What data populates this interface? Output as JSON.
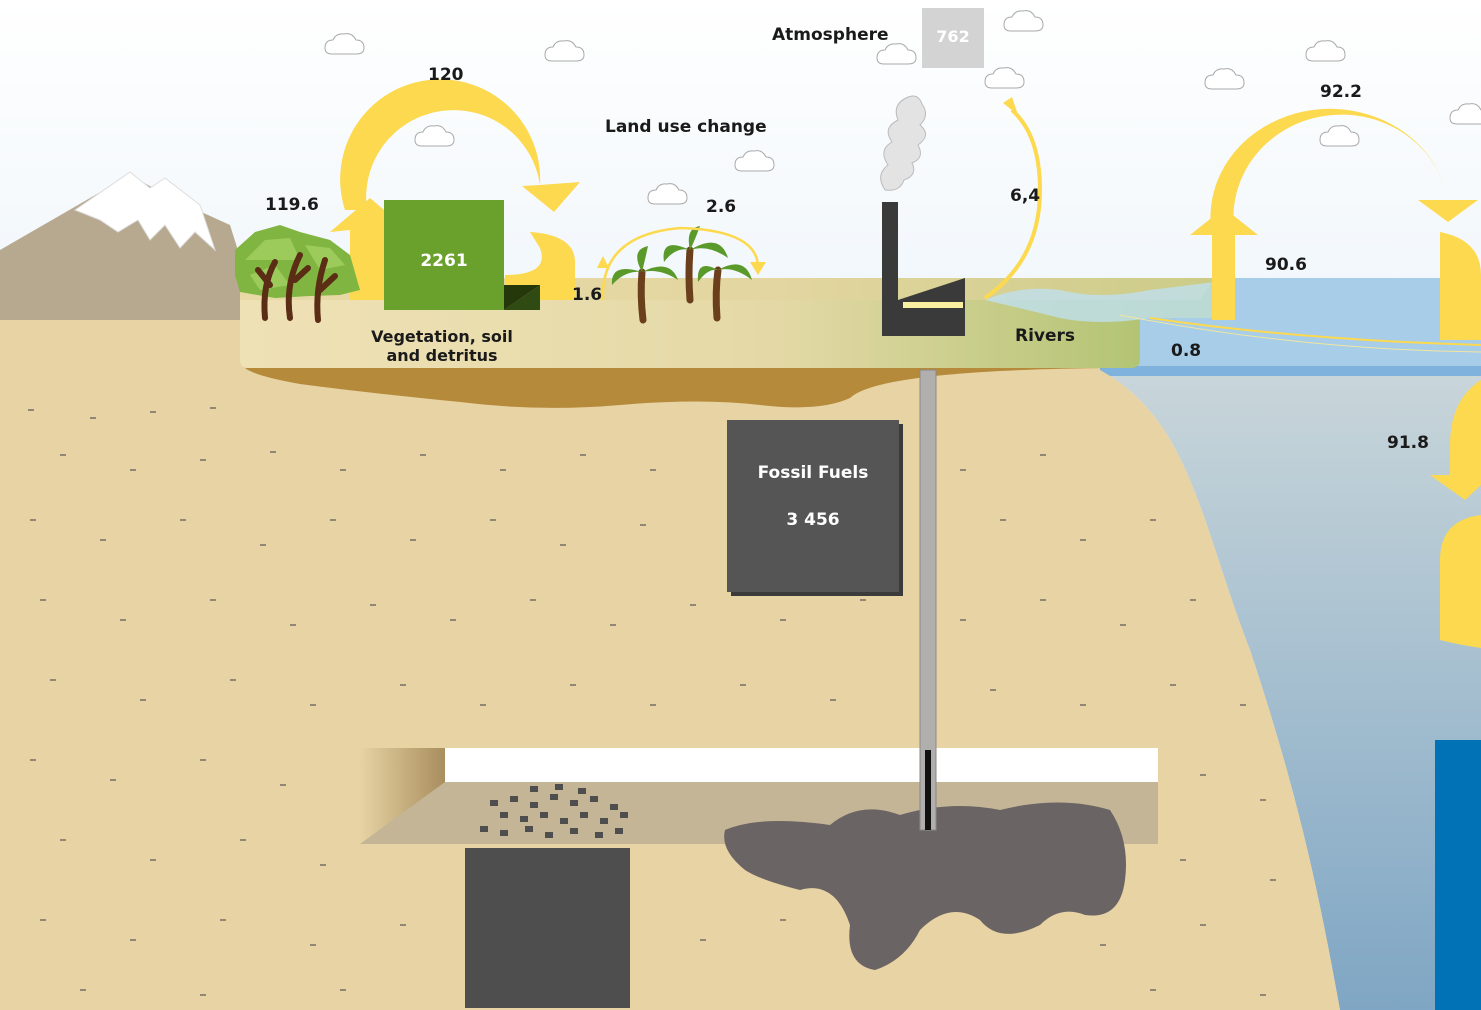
{
  "atmosphere": {
    "label": "Atmosphere",
    "value": "762"
  },
  "land_fluxes": {
    "photosynthesis_uptake": "120",
    "respiration_release": "119.6"
  },
  "vegetation": {
    "value": "2261",
    "label_line1": "Vegetation, soil",
    "label_line2": "and detritus"
  },
  "land_use_change": {
    "label": "Land use change",
    "emission": "2.6",
    "uptake": "1.6"
  },
  "fossil_emissions": "6,4",
  "rivers": {
    "label": "Rivers",
    "flux": "0.8"
  },
  "ocean": {
    "uptake": "92.2",
    "release": "90.6",
    "downward": "91.8"
  },
  "fossil_fuels": {
    "label": "Fossil Fuels",
    "value": "3 456"
  },
  "colors": {
    "sky_top": "#ffffff",
    "sky_bottom": "#cfe3f1",
    "soil": "#e8d3a4",
    "flux_arrow": "#fcd94e",
    "vegetation": "#6aa02c",
    "fossil_box": "#4f4f4f",
    "ocean": "#a8c8e0",
    "deep_ocean": "#0072b5",
    "atmosphere_box": "#d3d3d3"
  }
}
